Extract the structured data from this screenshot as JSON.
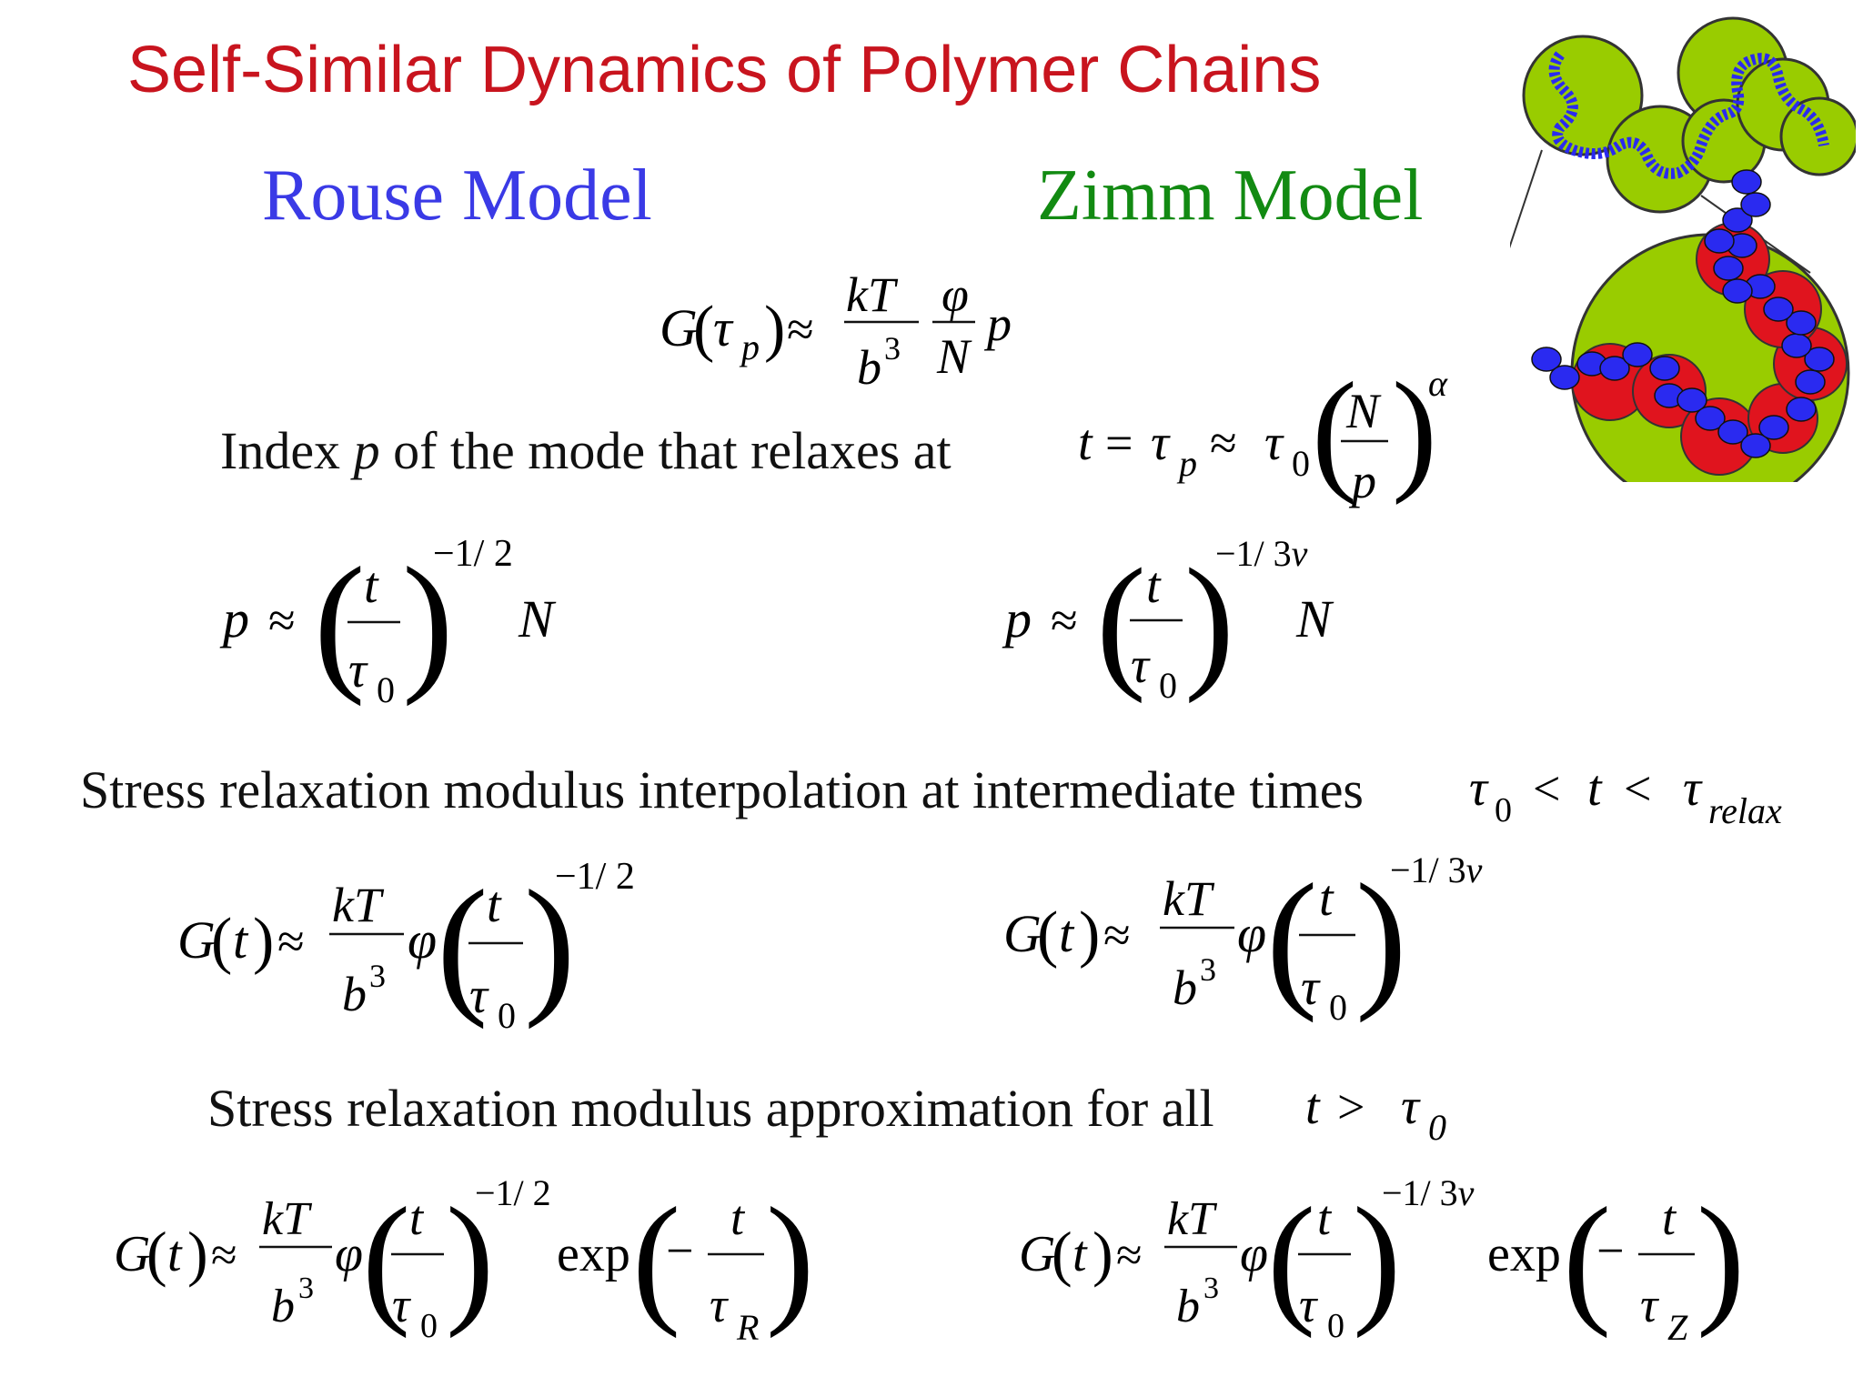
{
  "slide": {
    "title": "Self-Similar Dynamics of Polymer Chains",
    "rouse_heading": "Rouse Model",
    "zimm_heading": "Zimm Model"
  },
  "text": {
    "index_line": {
      "pre": "Index ",
      "var": "p",
      "post": " of the mode that relaxes at"
    },
    "interp_line": {
      "text": "Stress relaxation modulus interpolation at intermediate times"
    },
    "approx_line": {
      "text": "Stress relaxation modulus approximation for all"
    }
  },
  "colors": {
    "title": "#c8141e",
    "rouse": "#3a3ae6",
    "zimm": "#128a12",
    "blob_green": "#99cc00",
    "blob_red": "#e0141e",
    "bead_blue": "#2a2af0"
  },
  "equations": {
    "G_tau_p": "G(τ_p) ≈ (kT/b³)(φ/N) p",
    "tau_p": "t = τ_p ≈ τ₀ (N/p)^α",
    "rouse_p": "p ≈ (t/τ₀)^(−1/2) N",
    "zimm_p": "p ≈ (t/τ₀)^(−1/3ν) N",
    "interp_range": "τ₀ < t < τ_relax",
    "rouse_G_interp": "G(t) ≈ (kT/b³) φ (t/τ₀)^(−1/2)",
    "zimm_G_interp": "G(t) ≈ (kT/b³) φ (t/τ₀)^(−1/3ν)",
    "approx_cond": "t > τ₀",
    "rouse_G_all": "G(t) ≈ (kT/b³) φ (t/τ₀)^(−1/2) exp(−t/τ_R)",
    "zimm_G_all": "G(t) ≈ (kT/b³) φ (t/τ₀)^(−1/3ν) exp(−t/τ_Z)"
  },
  "figure": {
    "icon": "polymer-blob-illustration"
  }
}
